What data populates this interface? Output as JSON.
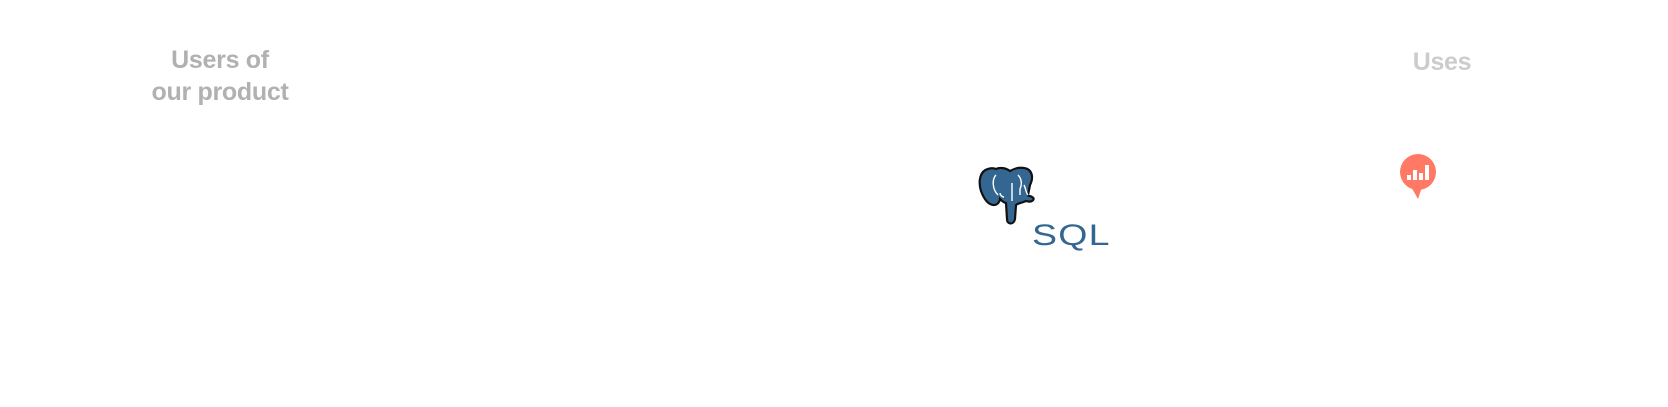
{
  "headings": {
    "users": [
      "Users of",
      "our product"
    ],
    "uses": "Uses"
  },
  "logos": {
    "postgres_text": "SQL",
    "postgres_color": "#336791",
    "redash_color": "#ff7964"
  }
}
